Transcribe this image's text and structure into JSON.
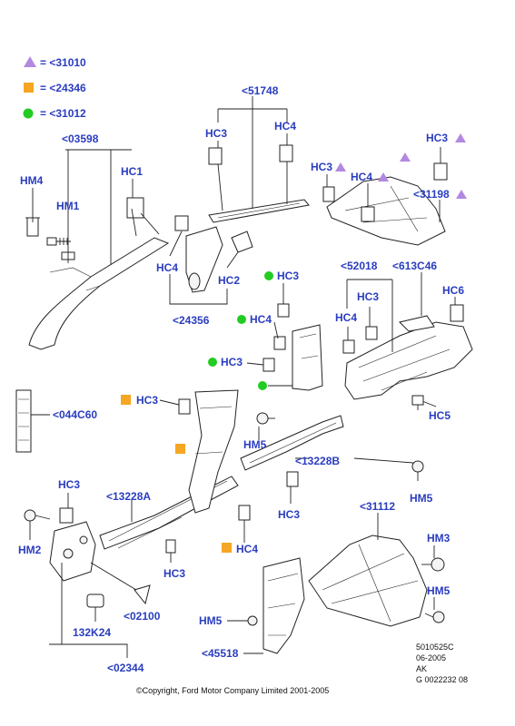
{
  "legend": {
    "items": [
      {
        "symbol": "triangle",
        "color": "#b388e0",
        "text": "= <31010"
      },
      {
        "symbol": "square",
        "color": "#f5a623",
        "text": "= <24346"
      },
      {
        "symbol": "circle",
        "color": "#22cc22",
        "text": "= <31012"
      }
    ]
  },
  "labels": {
    "p51748": "<51748",
    "p03598": "<03598",
    "hm4_a": "HM4",
    "hm1": "HM1",
    "hc1": "HC1",
    "hc3_a": "HC3",
    "hc4_a": "HC4",
    "hc3_b": "HC3",
    "hc4_b": "HC4",
    "p31198": "<31198",
    "hc3_c": "HC3",
    "hc4_c": "HC4",
    "hc2": "HC2",
    "p24356": "<24356",
    "hc3_d": "HC3",
    "hc4_d": "HC4",
    "hc3_e": "HC3",
    "p52018": "<52018",
    "p613c46": "<613C46",
    "hc3_f": "HC3",
    "hc4_f": "HC4",
    "hc6": "HC6",
    "hc5": "HC5",
    "p044c60": "<044C60",
    "hc3_g": "HC3",
    "hm5_a": "HM5",
    "p13228b": "<13228B",
    "hm5_b": "HM5",
    "hc3_h": "HC3",
    "p13228a": "<13228A",
    "hc3_i": "HC3",
    "hm2": "HM2",
    "hc4_g": "HC4",
    "hc3_j": "HC3",
    "p31112": "<31112",
    "hm3": "HM3",
    "hm5_c": "HM5",
    "p132k24": "132K24",
    "p02100": "<02100",
    "hm5_d": "HM5",
    "p45518": "<45518",
    "p02344": "<02344"
  },
  "ref": {
    "line1": "5010525C",
    "line2": "06-2005",
    "line3": "AK",
    "line4": "G 0022232 08"
  },
  "copyright": "©Copyright, Ford Motor Company Limited 2001-2005",
  "colors": {
    "label": "#2a3dbf",
    "triangle": "#b388e0",
    "square": "#f5a623",
    "circle": "#22cc22"
  }
}
